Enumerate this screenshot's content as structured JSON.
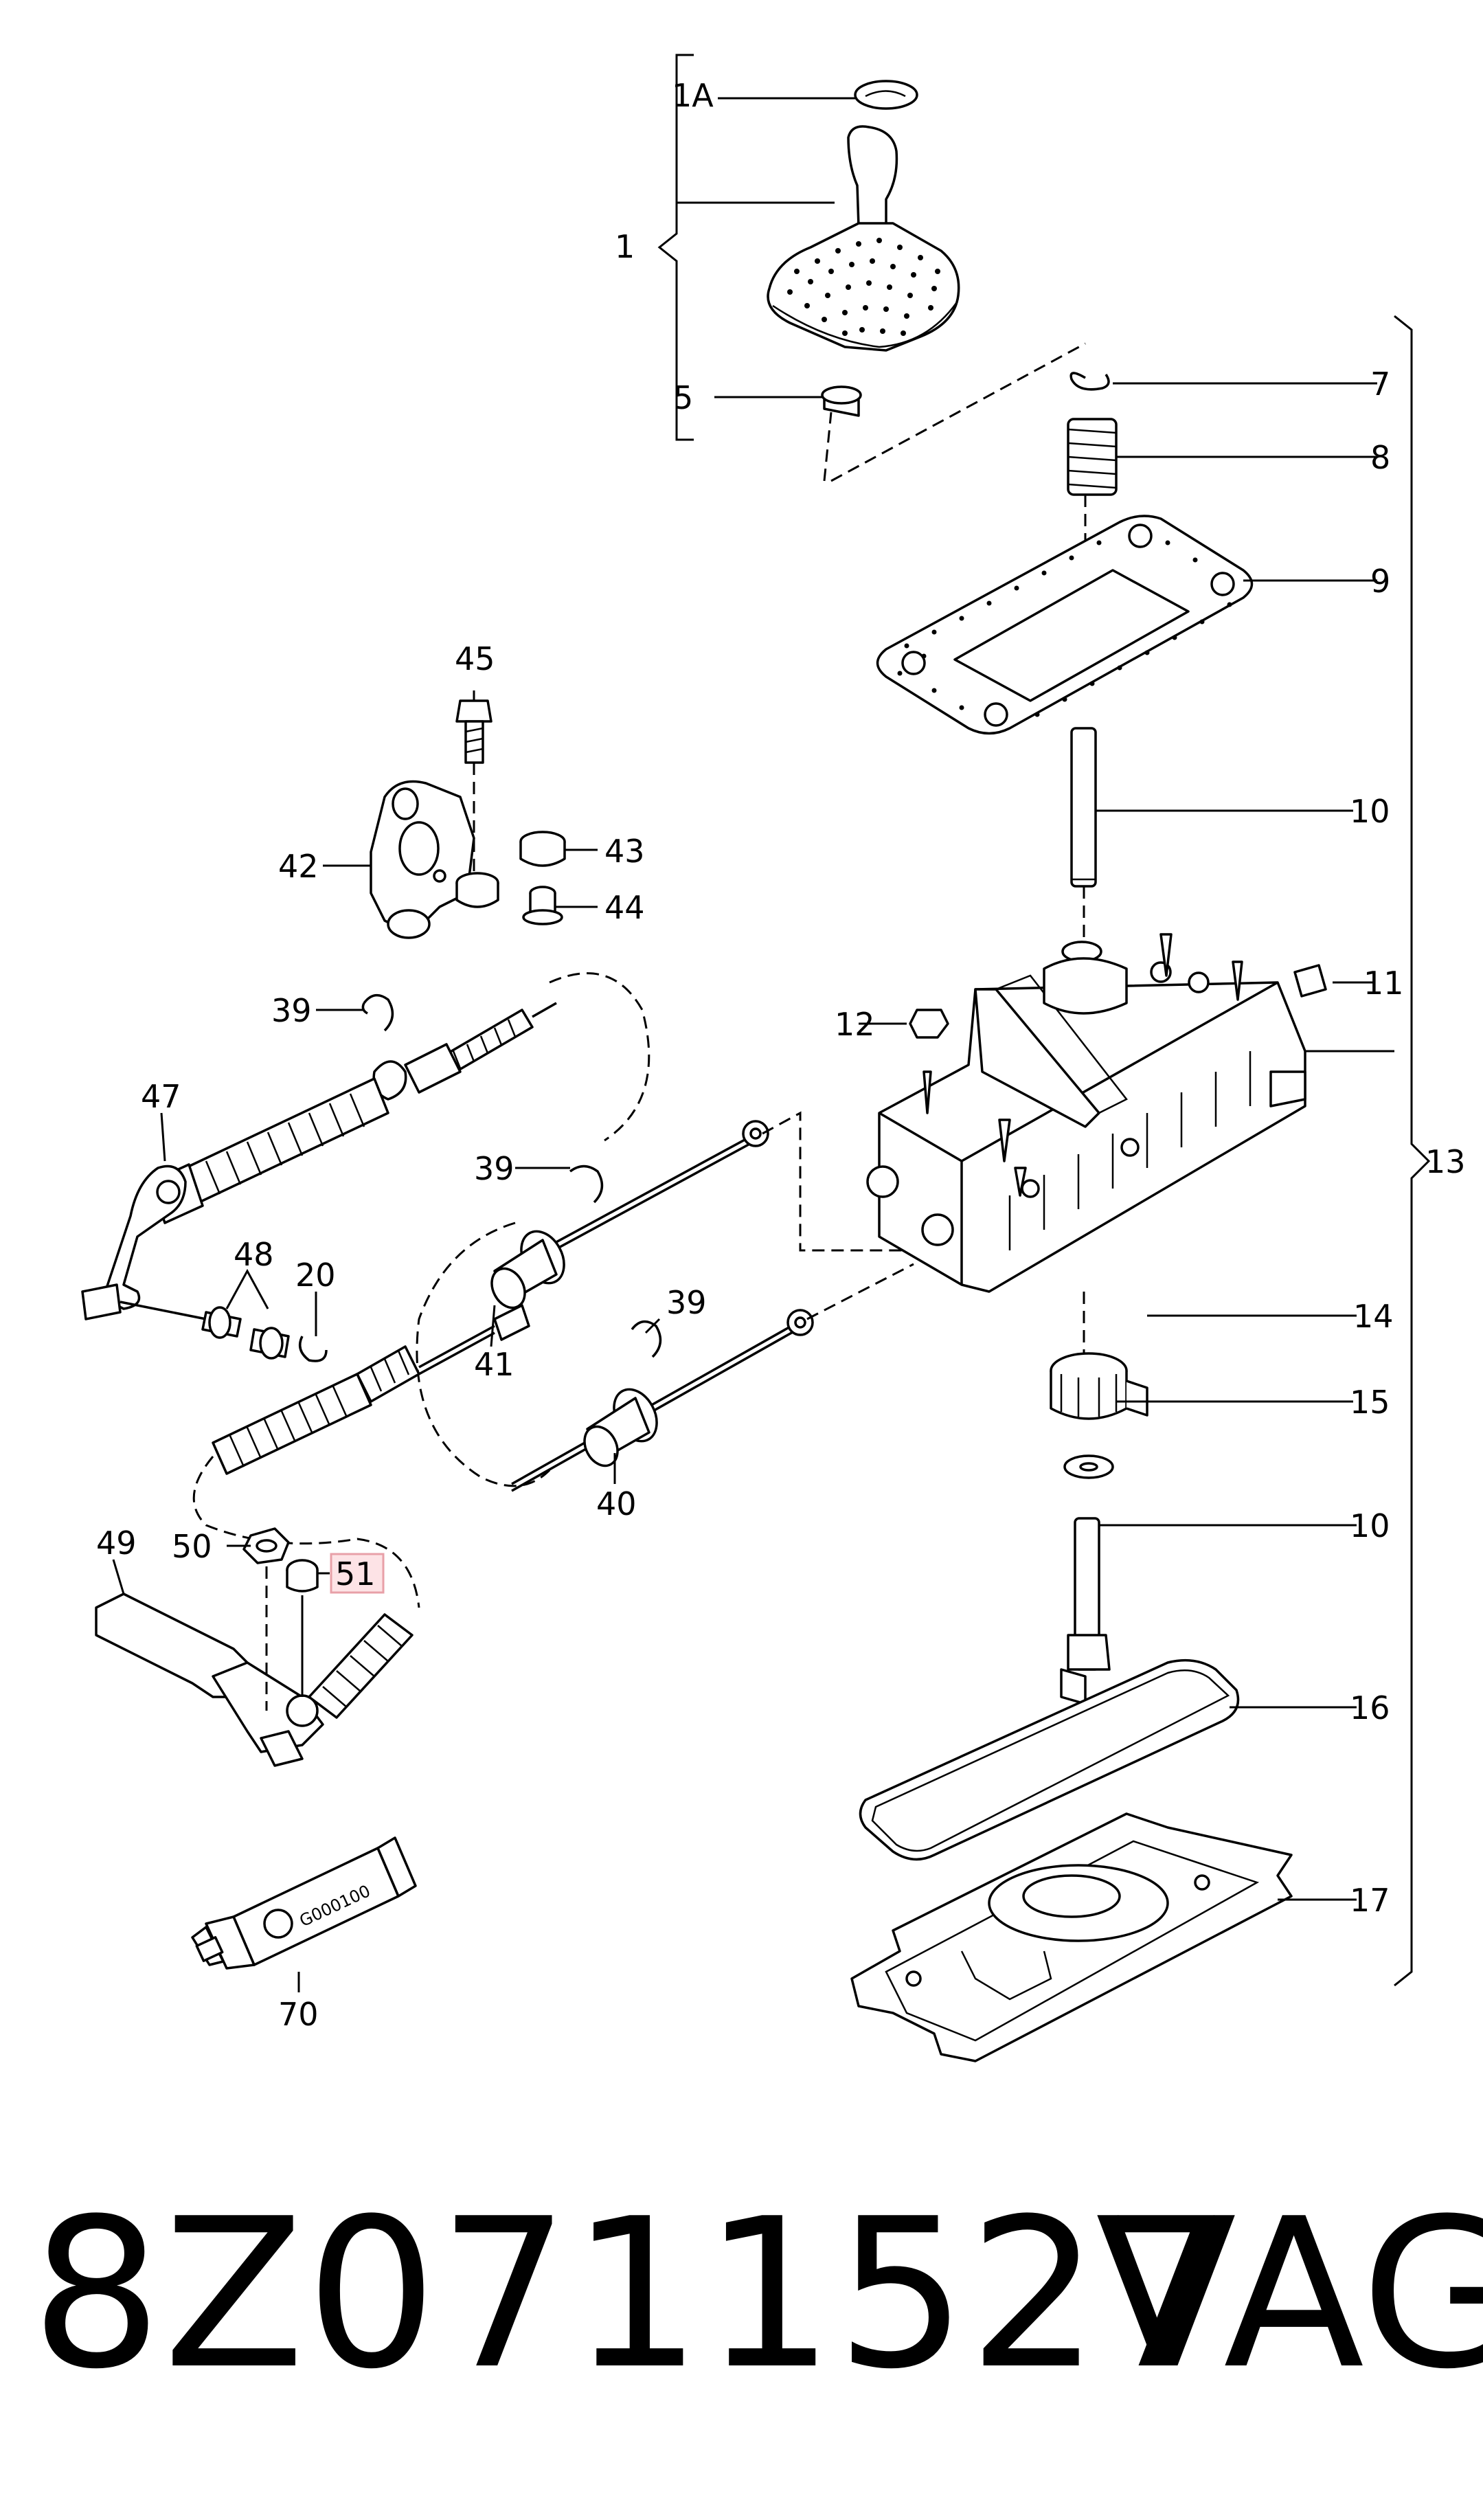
{
  "callouts": {
    "c1A": "1A",
    "c1": "1",
    "c5": "5",
    "c7": "7",
    "c8": "8",
    "c9": "9",
    "c10a": "10",
    "c10b": "10",
    "c11": "11",
    "c12": "12",
    "c13": "13",
    "c14": "14",
    "c15": "15",
    "c16": "16",
    "c17": "17",
    "c20": "20",
    "c39a": "39",
    "c39b": "39",
    "c39c": "39",
    "c40": "40",
    "c41": "41",
    "c42": "42",
    "c43": "43",
    "c44": "44",
    "c45": "45",
    "c47": "47",
    "c48": "48",
    "c49": "49",
    "c50": "50",
    "c51": "51",
    "c70": "70"
  },
  "tube_marking": "G000100",
  "footer": {
    "part_number": "8Z0711527",
    "brand": "VAG"
  },
  "highlighted_callout": "51",
  "colors": {
    "highlight_fill": "#fde3e6",
    "highlight_border": "#e8a0a8",
    "ink": "#000000"
  }
}
